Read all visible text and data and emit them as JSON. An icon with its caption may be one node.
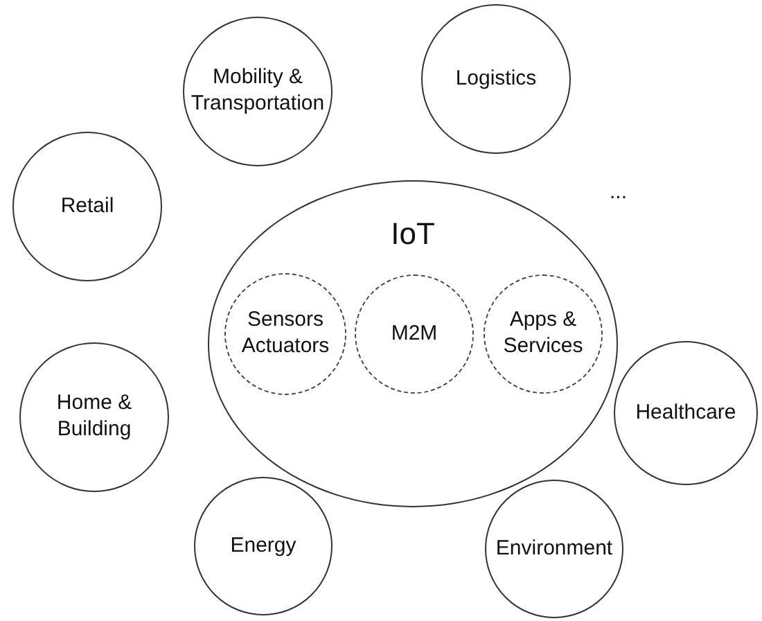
{
  "diagram": {
    "nodes": [
      {
        "text": [
          "Mobility & Transportation"
        ]
      },
      {
        "text": [
          "Logistics"
        ]
      },
      {
        "text": [
          "Retail"
        ]
      },
      {
        "text": [
          "IoT"
        ]
      },
      {
        "text": [
          "Sensors Actuators"
        ],
        "in": 3
      },
      {
        "text": [
          "M2M"
        ],
        "in": 3
      },
      {
        "text": [
          "Apps & Services"
        ],
        "in": 3
      },
      {
        "text": [
          "Home & Building"
        ]
      },
      {
        "text": [
          "Healthcare"
        ]
      },
      {
        "text": [
          "Energy"
        ]
      },
      {
        "text": [
          "Environment"
        ]
      }
    ],
    "labels": [
      "..."
    ]
  }
}
